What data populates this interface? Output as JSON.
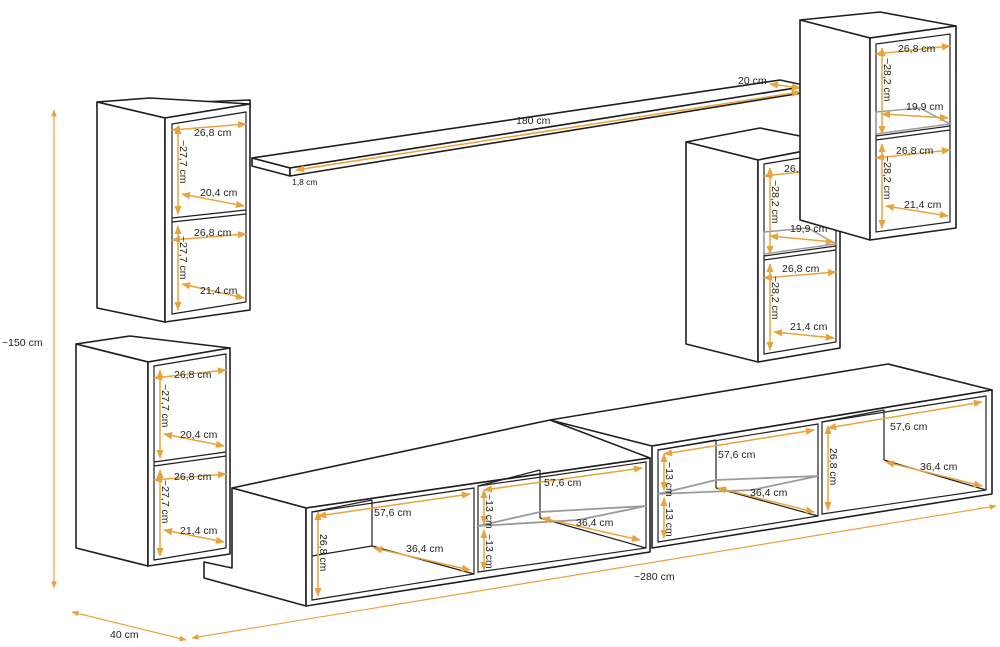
{
  "accent_color": "#e8a33d",
  "labels": {
    "shelf_length": "180 cm",
    "shelf_depth": "20 cm",
    "shelf_thickness": "1,8 cm",
    "total_height": "~150 cm",
    "depth": "40 cm",
    "total_width": "~280 cm",
    "cab_w_26_8": "26,8 cm",
    "cab_h_27_7": "~27,7 cm",
    "cab_d_20_4": "20,4 cm",
    "cab_d_21_4": "21,4 cm",
    "cab_h_28_2": "~28,2 cm",
    "cab_d_19_9": "19,9 cm",
    "tv_w_57_6": "57,6 cm",
    "tv_d_36_4": "36,4 cm",
    "tv_h_26_8": "26,8 cm",
    "tv_h_13": "~13 cm"
  }
}
